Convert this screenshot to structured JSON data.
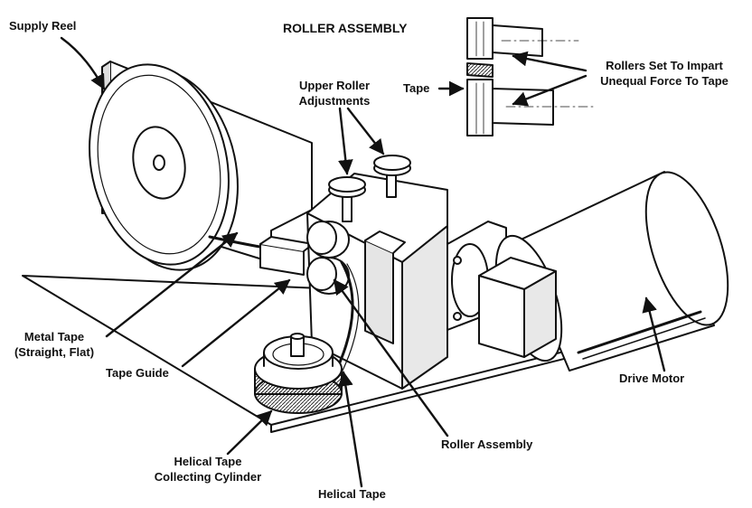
{
  "labels": {
    "supply_reel": "Supply Reel",
    "roller_assembly_title": "ROLLER ASSEMBLY",
    "upper_roller_line1": "Upper Roller",
    "upper_roller_line2": "Adjustments",
    "rollers_set_line1": "Rollers Set To Impart",
    "rollers_set_line2": "Unequal Force To Tape",
    "tape": "Tape",
    "metal_tape_line1": "Metal Tape",
    "metal_tape_line2": "(Straight, Flat)",
    "tape_guide": "Tape Guide",
    "drive_motor": "Drive Motor",
    "roller_assembly": "Roller Assembly",
    "helical_cyl_line1": "Helical Tape",
    "helical_cyl_line2": "Collecting Cylinder",
    "helical_tape": "Helical Tape"
  }
}
